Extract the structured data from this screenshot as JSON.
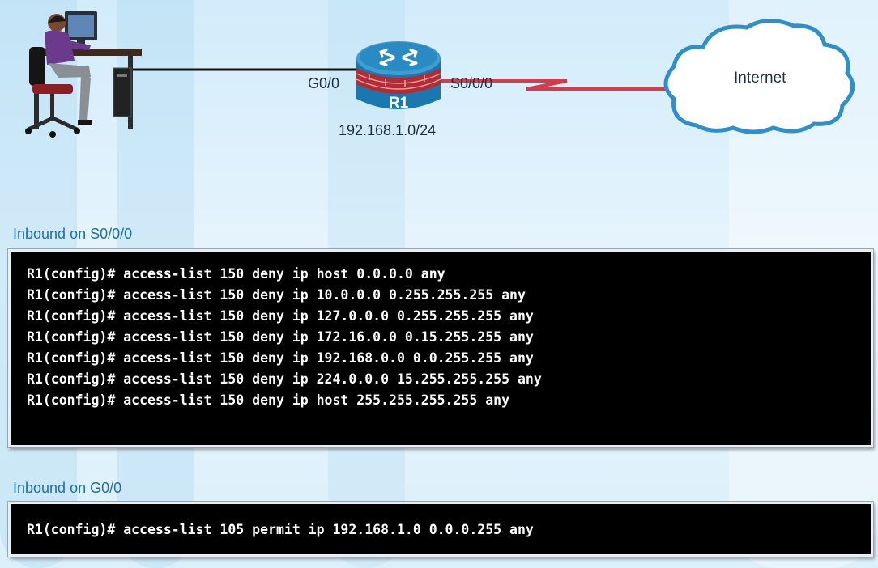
{
  "topology": {
    "router_name": "R1",
    "interface_lan": "G0/0",
    "interface_wan": "S0/0/0",
    "lan_network": "192.168.1.0/24",
    "cloud_label": "Internet"
  },
  "sections": {
    "s0": {
      "title": "Inbound on S0/0/0",
      "commands": [
        "R1(config)# access-list 150 deny ip host 0.0.0.0 any",
        "R1(config)# access-list 150 deny ip 10.0.0.0 0.255.255.255 any",
        "R1(config)# access-list 150 deny ip 127.0.0.0 0.255.255.255 any",
        "R1(config)# access-list 150 deny ip 172.16.0.0 0.15.255.255 any",
        "R1(config)# access-list 150 deny ip 192.168.0.0 0.0.255.255 any",
        "R1(config)# access-list 150 deny ip 224.0.0.0 15.255.255.255 any",
        "R1(config)# access-list 150 deny ip host 255.255.255.255 any"
      ]
    },
    "g0": {
      "title": "Inbound on G0/0",
      "commands": [
        "R1(config)# access-list 105 permit ip 192.168.1.0 0.0.0.255 any"
      ]
    }
  },
  "colors": {
    "section_title": "#1c6fa8",
    "console_bg": "#000000",
    "wan_link": "#d83a4a",
    "router_body": "#1d7fb8",
    "firewall_brick": "#b22b35"
  },
  "icons": [
    "workstation-icon",
    "router-firewall-icon",
    "cloud-icon"
  ]
}
